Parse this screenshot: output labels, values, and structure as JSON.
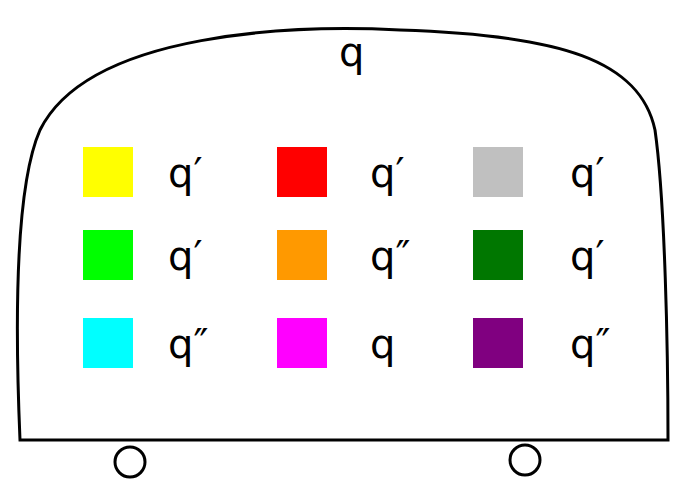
{
  "diagram": {
    "nodes": [
      {
        "text": [
          "q"
        ]
      }
    ],
    "legend": [
      {
        "text": "q′",
        "color": "#ffff00"
      },
      {
        "text": "q′",
        "color": "#ff0000"
      },
      {
        "text": "q′",
        "color": "#c0c0c0"
      },
      {
        "text": "q′",
        "color": "#00ff00"
      },
      {
        "text": "q″",
        "color": "#ff9900"
      },
      {
        "text": "q′",
        "color": "#007700"
      },
      {
        "text": "q″",
        "color": "#00ffff"
      },
      {
        "text": "q",
        "color": "#ff00ff"
      },
      {
        "text": "q″",
        "color": "#800080"
      }
    ]
  }
}
